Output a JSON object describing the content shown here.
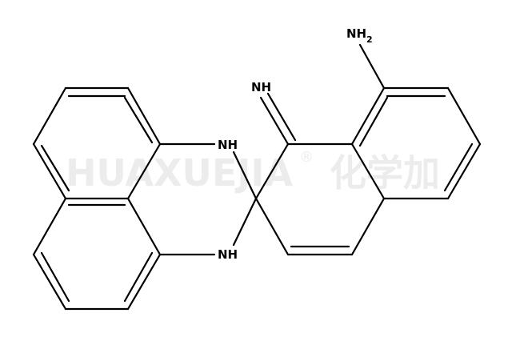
{
  "watermark": {
    "text": "HUAXUEJIA",
    "registered": "®",
    "chinese": "化学加"
  },
  "atoms": {
    "nh_top": "NH",
    "nh_bottom": "NH",
    "imine": "NH",
    "amine": "NH",
    "amine_sub": "2"
  }
}
